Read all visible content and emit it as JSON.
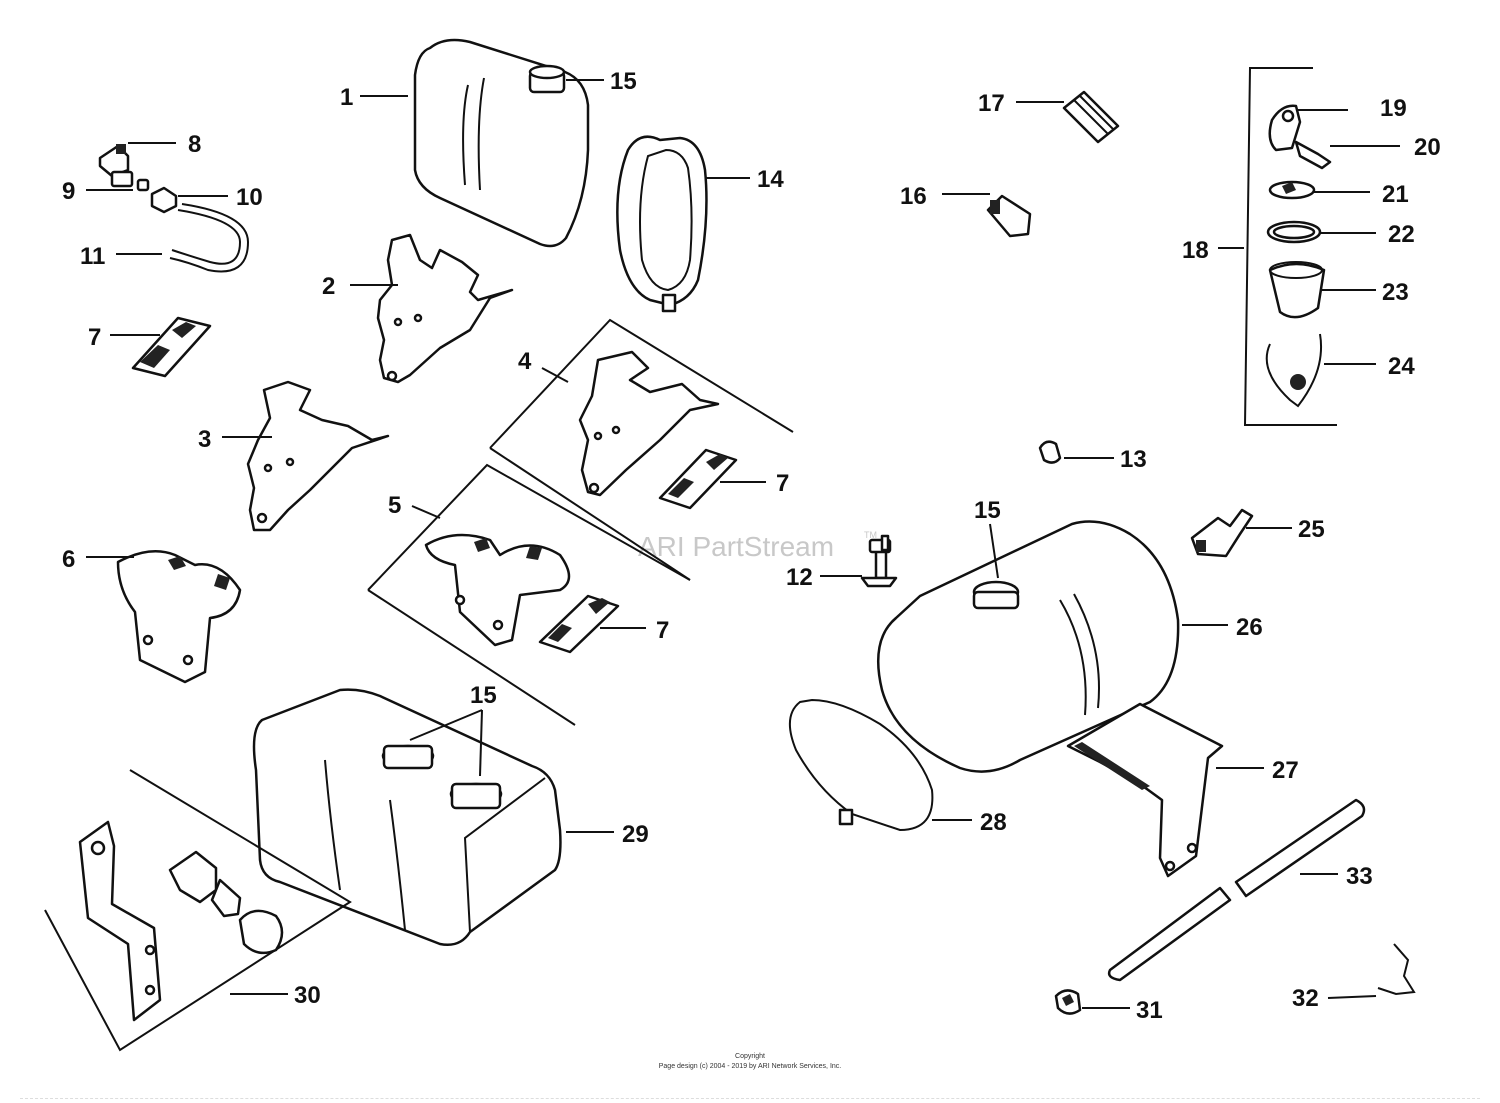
{
  "watermark": {
    "text": "ARI PartStream",
    "tm": "TM"
  },
  "footer": {
    "line1": "Copyright",
    "line2": "Page design (c) 2004 - 2019 by ARI Network Services, Inc."
  },
  "callouts": {
    "c1": "1",
    "c2": "2",
    "c3": "3",
    "c4": "4",
    "c5": "5",
    "c6": "6",
    "c7a": "7",
    "c7b": "7",
    "c7c": "7",
    "c8": "8",
    "c9": "9",
    "c10": "10",
    "c11": "11",
    "c12": "12",
    "c13": "13",
    "c14": "14",
    "c15a": "15",
    "c15b": "15",
    "c15c": "15",
    "c16": "16",
    "c17": "17",
    "c18": "18",
    "c19": "19",
    "c20": "20",
    "c21": "21",
    "c22": "22",
    "c23": "23",
    "c24": "24",
    "c25": "25",
    "c26": "26",
    "c27": "27",
    "c28": "28",
    "c29": "29",
    "c30": "30",
    "c31": "31",
    "c32": "32",
    "c33": "33"
  }
}
